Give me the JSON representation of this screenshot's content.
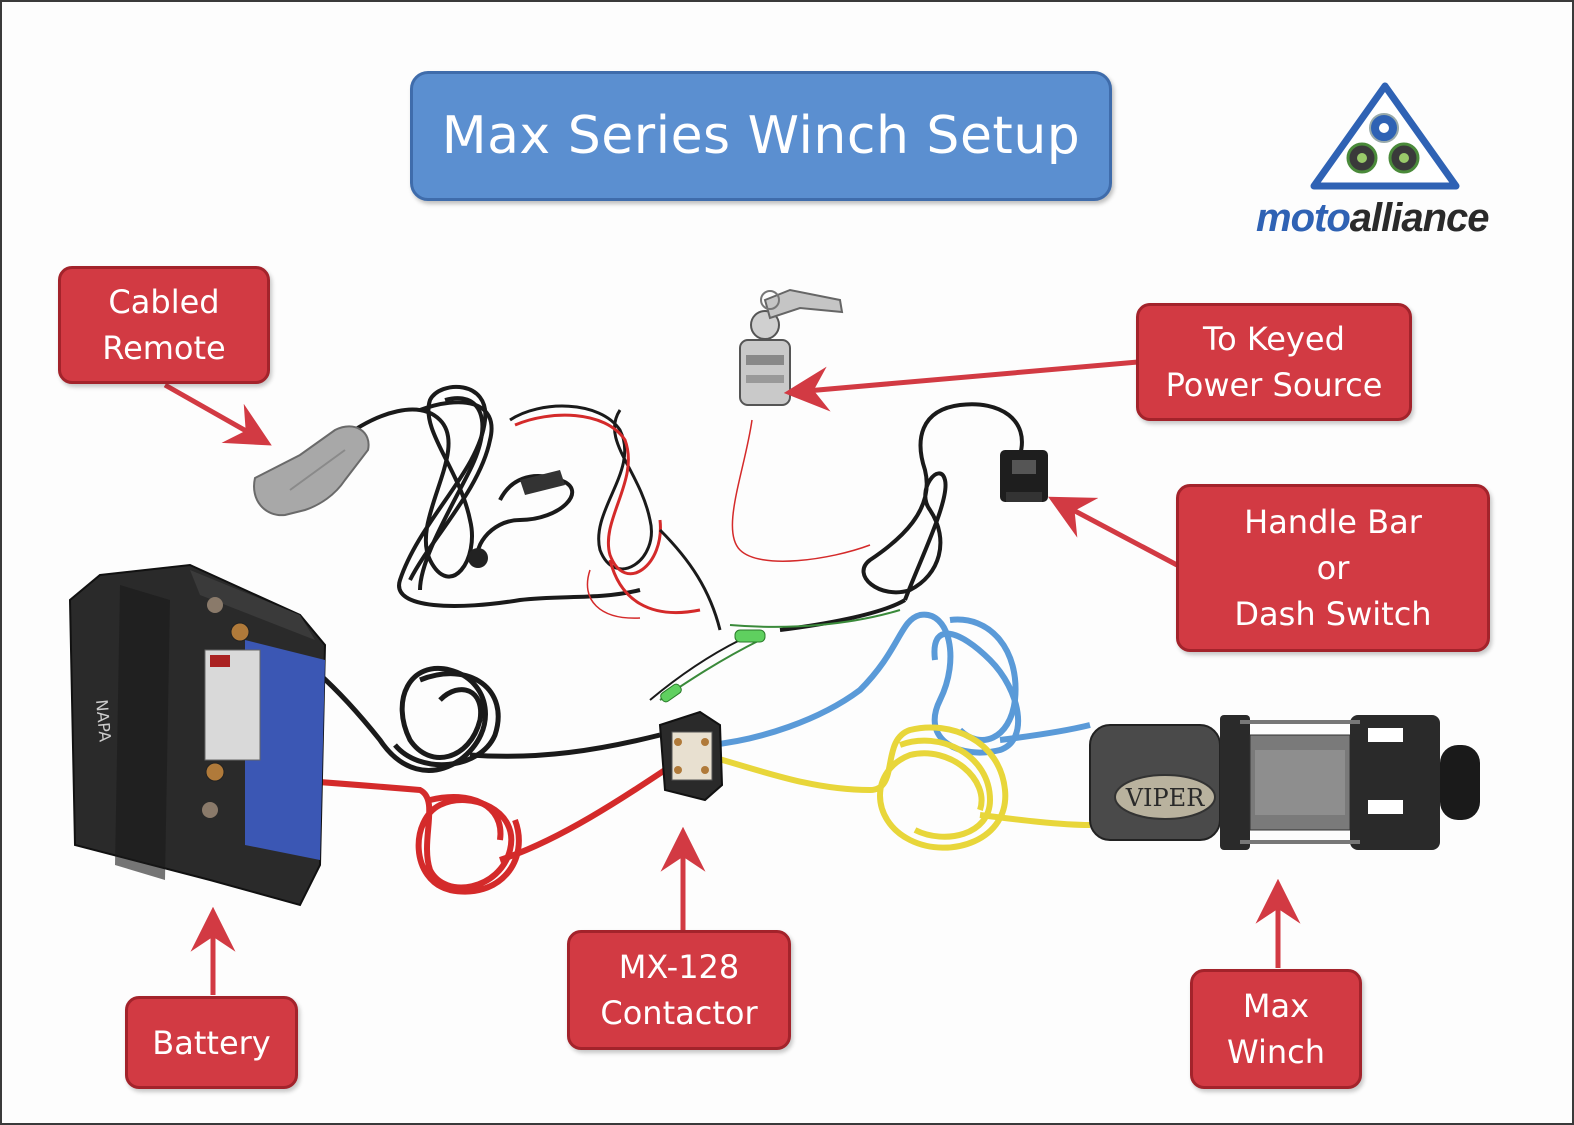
{
  "title": "Max Series Winch Setup",
  "logo": {
    "part1": "moto",
    "part2": "alliance",
    "icon": "gears-triangle-icon",
    "colors": {
      "primary": "#2f62b4",
      "secondary": "#2a2a2a",
      "gear_green": "#4a8a3a"
    }
  },
  "labels": {
    "cabled_remote": "Cabled\nRemote",
    "keyed_power": "To Keyed\nPower Source",
    "handlebar_switch": "Handle Bar\nor\nDash Switch",
    "battery": "Battery",
    "contactor": "MX-128\nContactor",
    "max_winch": "Max\nWinch"
  },
  "winch_badge": "VIPER",
  "battery_brand": "NAPA",
  "colors": {
    "title_bg": "#5b8fd0",
    "label_bg": "#d23a43",
    "arrow": "#d23a43",
    "wire_red": "#d42a2a",
    "wire_black": "#1a1a1a",
    "wire_blue": "#5a9ad8",
    "wire_yellow": "#e8d63a",
    "wire_green": "#3a8a3a"
  }
}
